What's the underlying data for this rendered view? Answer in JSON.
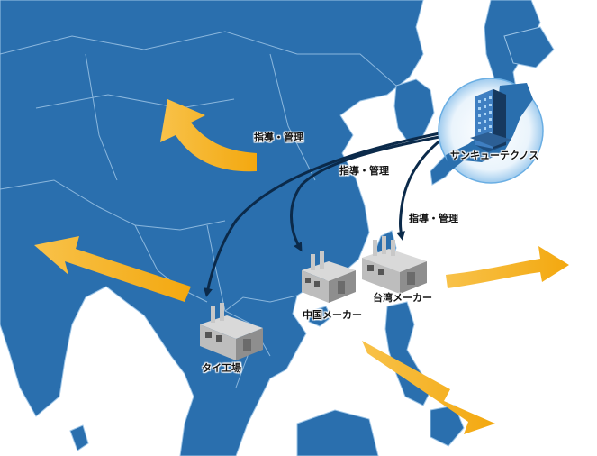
{
  "labels": {
    "hq": "サンキューテクノス",
    "guidance_1": "指導・管理",
    "guidance_2": "指導・管理",
    "guidance_3": "指導・管理",
    "china_maker": "中国メーカー",
    "taiwan_maker": "台湾メーカー",
    "thai_factory": "タイ工場"
  },
  "colors": {
    "sea": "#ffffff",
    "land": "#2a6fae",
    "land_light": "#3b82c4",
    "border_line": "#9cc4e6",
    "arrow_orange": "#f5b21a",
    "guidance_arrow": "#0b2a4a"
  },
  "icons": {
    "hq": "office-building-icon",
    "factory": "factory-icon"
  }
}
